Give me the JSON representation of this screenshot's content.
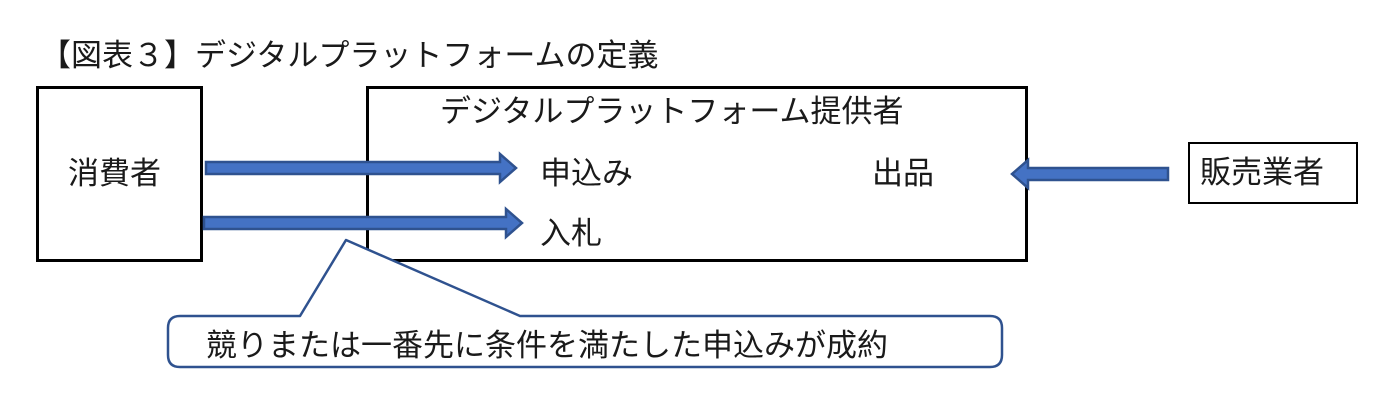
{
  "title": "【図表３】デジタルプラットフォームの定義",
  "nodes": {
    "consumer": "消費者",
    "platform_provider": "デジタルプラットフォーム提供者",
    "seller": "販売業者"
  },
  "flows": {
    "application": "申込み",
    "bid": "入札",
    "listing": "出品"
  },
  "callout": "競りまたは一番先に条件を満たした申込みが成約",
  "colors": {
    "arrow_fill": "#4472c4",
    "arrow_stroke": "#2f528f",
    "callout_stroke": "#2f528f",
    "box_border": "#000000"
  }
}
